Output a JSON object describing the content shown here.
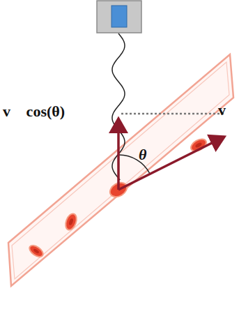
{
  "diagram": {
    "labels": [
      "v⃗ cos(θ)",
      "v⃗",
      "θ"
    ]
  }
}
